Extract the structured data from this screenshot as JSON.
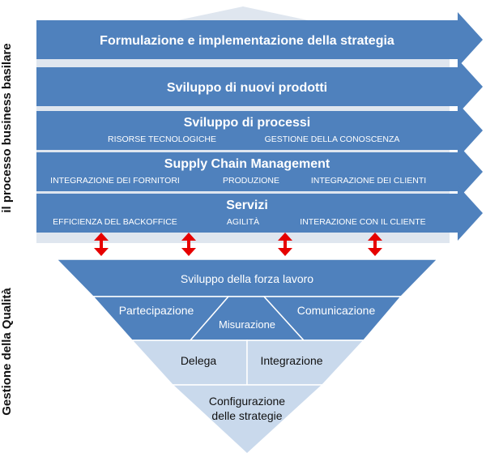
{
  "side_labels": {
    "top": "il processo business basilare",
    "bottom": "Gestione della Qualità"
  },
  "arrows": [
    {
      "title": "Formulazione e implementazione della strategia",
      "items": []
    },
    {
      "title": "Sviluppo di nuovi prodotti",
      "items": []
    },
    {
      "title": "Sviluppo di processi",
      "items": [
        "RISORSE TECNOLOGICHE",
        "GESTIONE DELLA CONOSCENZA"
      ]
    },
    {
      "title": "Supply Chain Management",
      "items": [
        "INTEGRAZIONE DEI FORNITORI",
        "PRODUZIONE",
        "INTEGRAZIONE DEI CLIENTI"
      ]
    },
    {
      "title": "Servizi",
      "items": [
        "EFFICIENZA DEL BACKOFFICE",
        "AGILITÀ",
        "INTERAZIONE CON IL CLIENTE"
      ]
    }
  ],
  "pyramid": {
    "top": "Sviluppo della forza lavoro",
    "left": "Partecipazione",
    "center": "Misurazione",
    "right": "Comunicazione",
    "lower_left": "Delega",
    "lower_right": "Integrazione",
    "bottom": [
      "Configurazione",
      "delle strategie"
    ]
  },
  "colors": {
    "arrow_fill": "#4f81bd",
    "arrow_text": "#ffffff",
    "pyramid_dark": "#4f81bd",
    "pyramid_light": "#c9d9ec",
    "pyramid_stroke": "#ffffff",
    "double_arrow": "#e60000",
    "backdrop": "#dfe6ef"
  }
}
